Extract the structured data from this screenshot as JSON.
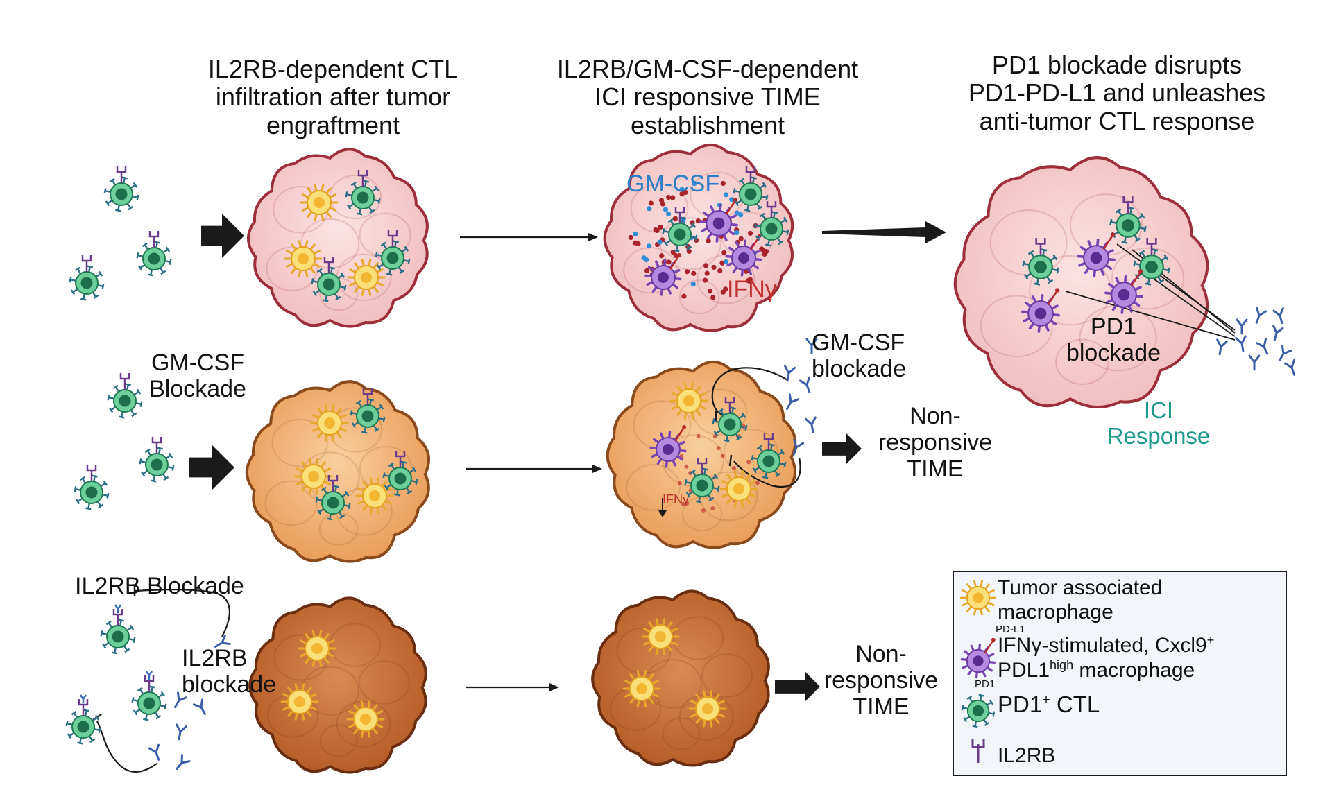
{
  "headers": {
    "col1": [
      "IL2RB-dependent CTL",
      "infiltration after tumor",
      "engraftment"
    ],
    "col2": [
      "IL2RB/GM-CSF-dependent",
      "ICI responsive TIME",
      "establishment"
    ],
    "col3": [
      "PD1 blockade disrupts",
      "PD1-PD-L1 and unleashes",
      "anti-tumor CTL response"
    ]
  },
  "row1": {
    "gmcsf_label": "GM-CSF",
    "ifng_label": "IFNγ",
    "pd1_blockade": [
      "PD1",
      "blockade"
    ],
    "ici_response": [
      "ICI",
      "Response"
    ]
  },
  "row2": {
    "left_label": [
      "GM-CSF",
      "Blockade"
    ],
    "mid_label": [
      "GM-CSF",
      "blockade"
    ],
    "ifng_small": "IFNγ",
    "outcome": [
      "Non-",
      "responsive",
      "TIME"
    ]
  },
  "row3": {
    "left_label": "IL2RB Blockade",
    "inner_label": [
      "IL2RB",
      "blockade"
    ],
    "outcome": [
      "Non-",
      "responsive",
      "TIME"
    ]
  },
  "legend": {
    "tam": [
      "Tumor associated",
      "macrophage"
    ],
    "pdl1_tag": "PD-L1",
    "ifng_mac_line1": "IFNγ-stimulated, Cxcl9",
    "ifng_mac_sup1": "+",
    "ifng_mac_line2_pre": "PDL1",
    "ifng_mac_sup2": "high",
    "ifng_mac_line2_post": " macrophage",
    "pd1_tag": "PD1",
    "ctl_pre": "PD1",
    "ctl_sup": "+",
    "ctl_post": " CTL",
    "il2rb": "IL2RB"
  },
  "colors": {
    "tumor_pink": "#f8d0d0",
    "tumor_pink_border": "#9c2f3a",
    "tumor_orange": "#f4b170",
    "tumor_orange_border": "#8a4a1b",
    "tumor_brown": "#c76a34",
    "tumor_brown_border": "#6a2d10",
    "ctl_green": "#2f9a6a",
    "tam_yellow": "#f5d23a",
    "macrophage_purple": "#8e5cc4",
    "gmcsf_blue": "#2c7fc7",
    "ifng_red": "#b7282b",
    "ici_teal": "#1a9a8a"
  }
}
